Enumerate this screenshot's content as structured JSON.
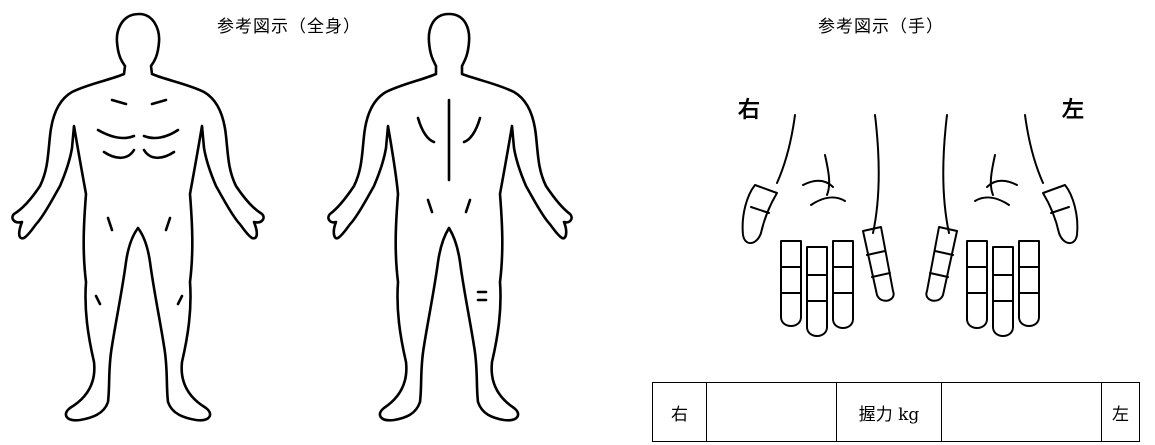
{
  "titles": {
    "body": "参考図示（全身）",
    "hand": "参考図示（手）"
  },
  "hands": {
    "right_label": "右",
    "left_label": "左"
  },
  "grip_table": {
    "right_label": "右",
    "right_value": "",
    "center_label": "握力 kg",
    "left_value": "",
    "left_label": "左"
  }
}
